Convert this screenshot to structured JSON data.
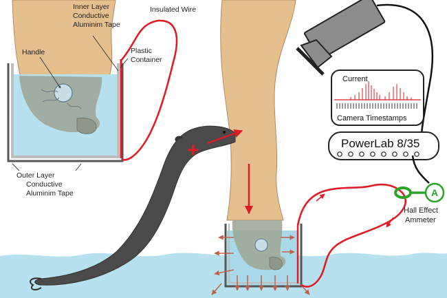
{
  "labels": {
    "inner_layer": [
      "Inner  Layer",
      "Conductive",
      "Aluminim Tape"
    ],
    "insulated_wire": "Insulated Wire",
    "handle": "Handle",
    "plastic_container": [
      "Plastic",
      "Container"
    ],
    "outer_layer": [
      "Outer Layer",
      "Conductive",
      "Aluminim Tape"
    ],
    "current": "Current",
    "camera_timestamps": "Camera Timestamps",
    "powerlab": "PowerLab 8/35",
    "ammeter_symbol": "A",
    "hall_effect": [
      "Hall Effect",
      "Ammeter"
    ],
    "plus_sign": "+"
  },
  "colors": {
    "skin": "#e6bf8e",
    "skin_outline": "#b08a5e",
    "water": "#b7e1ef",
    "water_tank": "#a9d9e8",
    "eel": "#4a4a4a",
    "wire": "#e01b24",
    "ammeter": "#2aa52a",
    "tape": "#9a9a9a",
    "camera": "#8c8c8c"
  },
  "icons": {
    "camera": "camera-icon",
    "powerlab": "powerlab-device-icon",
    "eel": "eel-icon",
    "ammeter": "hall-effect-ammeter-icon"
  }
}
